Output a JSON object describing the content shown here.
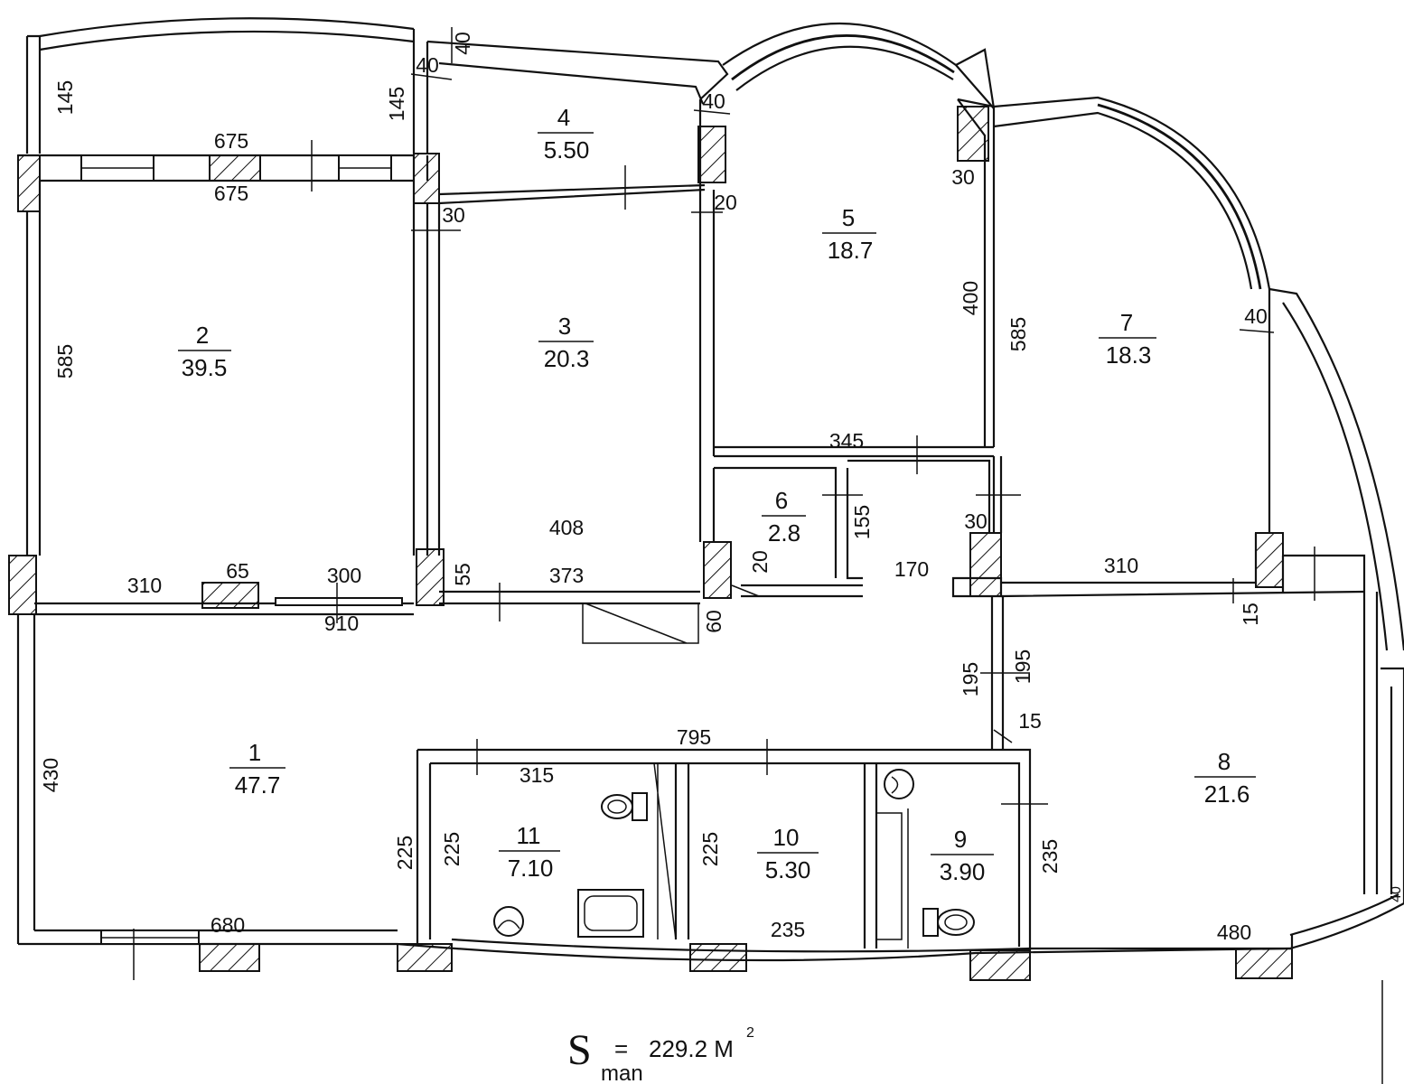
{
  "plan": {
    "rooms": [
      {
        "number": "1",
        "area": "47.7"
      },
      {
        "number": "2",
        "area": "39.5"
      },
      {
        "number": "3",
        "area": "20.3"
      },
      {
        "number": "4",
        "area": "5.50"
      },
      {
        "number": "5",
        "area": "18.7"
      },
      {
        "number": "6",
        "area": "2.8"
      },
      {
        "number": "7",
        "area": "18.3"
      },
      {
        "number": "8",
        "area": "21.6"
      },
      {
        "number": "9",
        "area": "3.90"
      },
      {
        "number": "10",
        "area": "5.30"
      },
      {
        "number": "11",
        "area": "7.10"
      }
    ],
    "dimensions": [
      "145",
      "145",
      "40",
      "40",
      "40",
      "675",
      "675",
      "30",
      "20",
      "30",
      "400",
      "585",
      "585",
      "40",
      "345",
      "155",
      "30",
      "170",
      "310",
      "15",
      "408",
      "310",
      "65",
      "300",
      "55",
      "373",
      "20",
      "60",
      "910",
      "195",
      "195",
      "15",
      "795",
      "315",
      "430",
      "225",
      "225",
      "225",
      "235",
      "680",
      "235",
      "480",
      "40"
    ],
    "total_area": {
      "symbol": "S",
      "subscript": "man",
      "equals": "=",
      "value": "229.2 M",
      "exponent": "2"
    }
  }
}
